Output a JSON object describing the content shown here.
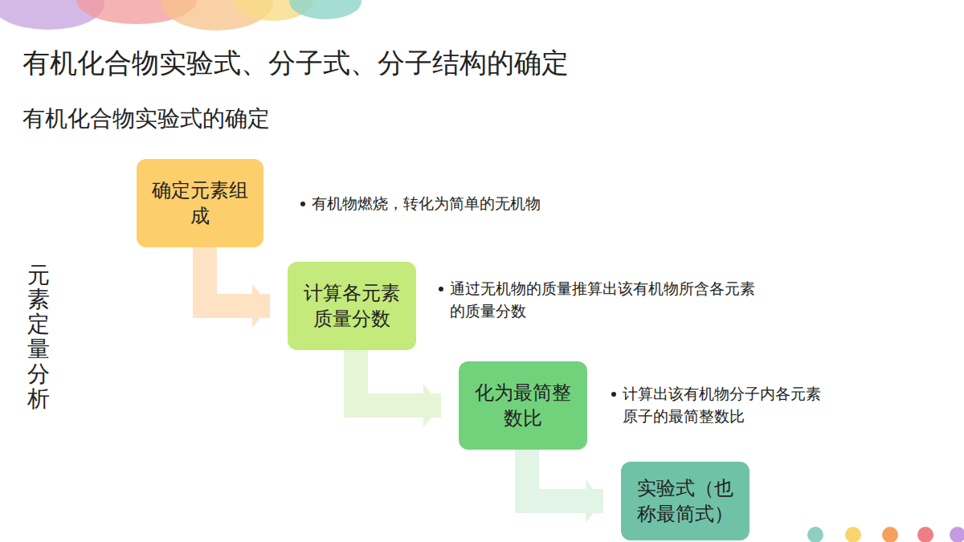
{
  "diagram": {
    "title": "有机化合物实验式、分子式、分子结构的确定",
    "nodes": [
      {
        "text": [
          "确定元素组成"
        ]
      },
      {
        "text": [
          "计算各元素质量分数"
        ]
      },
      {
        "text": [
          "化为最简整数比"
        ]
      },
      {
        "text": [
          "实验式（也称最简式）"
        ]
      }
    ],
    "edges": [
      {
        "from": 0,
        "to": 1,
        "arrow": "to"
      },
      {
        "from": 1,
        "to": 2,
        "arrow": "to"
      },
      {
        "from": 2,
        "to": 3,
        "arrow": "to"
      }
    ],
    "labels": [
      "有机化合物实验式的确定",
      "元素定量分析",
      "有机物燃烧，转化为简单的无机物",
      "通过无机物的质量推算出该有机物所含各元素的质量分数",
      "计算出该有机物分子内各元素原子的最简整数比"
    ]
  }
}
